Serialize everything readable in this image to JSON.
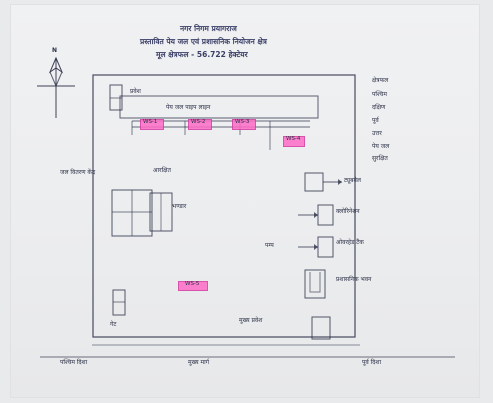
{
  "header": {
    "line1": "नगर निगम प्रयागराज",
    "line2": "प्रस्तावित पेय जल एवं प्रशासनिक नियोजन क्षेत्र",
    "line3": "मूल क्षेत्रफल - 56.722 हेक्टेयर"
  },
  "compass": {
    "north": "N"
  },
  "legend": {
    "l1": "क्षेत्रफल",
    "l2": "पश्चिम",
    "l3": "दक्षिण",
    "l4": "पूर्व",
    "l5": "उत्तर",
    "l6": "पेय जल",
    "l7": "सुरक्षित"
  },
  "labels": {
    "top_box": "प्रवेश",
    "main_strip": "पेय जल पाइप लाइन",
    "left_mid": "जल वितरण केंद्र",
    "left_mid2": "आरक्षित",
    "left_sub": "भण्डार",
    "right_1": "ट्यूबवेल",
    "right_2": "क्लोरिनेशन",
    "right_3": "पम्प",
    "right_4": "ओवरहेड टैंक",
    "right_5": "प्रशासनिक भवन",
    "bottom_left": "गेट",
    "bottom_right": "मुख्य प्रवेश",
    "footer_left": "पश्चिम दिशा",
    "footer_mid": "मुख्य मार्ग",
    "footer_right": "पूर्व दिशा"
  },
  "highlights": [
    "WS-1",
    "WS-2",
    "WS-3",
    "WS-4",
    "WS-5"
  ]
}
